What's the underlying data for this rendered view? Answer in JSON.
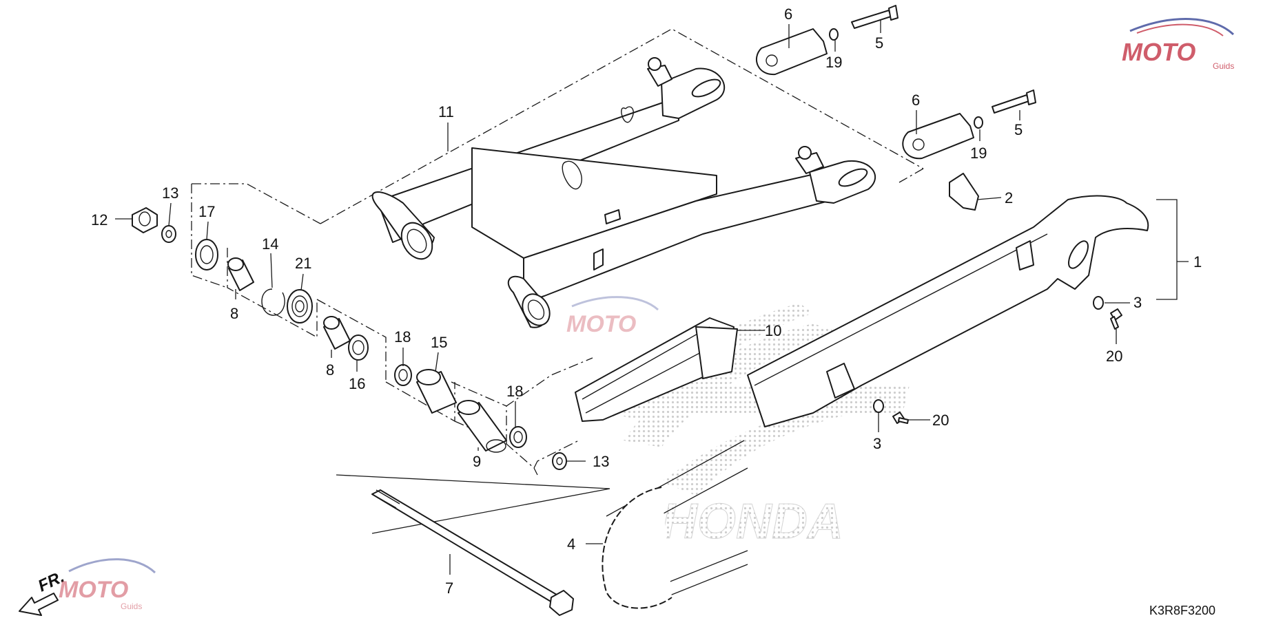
{
  "diagram": {
    "code": "K3R8F3200",
    "direction_label": "FR.",
    "brand_text": "HONDA",
    "watermark": {
      "logo": "MOTO",
      "sub": "Guids",
      "accent": "#c0283a",
      "accent2": "#2a3a8f"
    },
    "callouts": [
      "1",
      "2",
      "3",
      "3",
      "4",
      "5",
      "5",
      "6",
      "6",
      "7",
      "8",
      "8",
      "9",
      "10",
      "11",
      "12",
      "13",
      "13",
      "14",
      "15",
      "16",
      "17",
      "18",
      "18",
      "19",
      "19",
      "20",
      "20",
      "21"
    ]
  }
}
